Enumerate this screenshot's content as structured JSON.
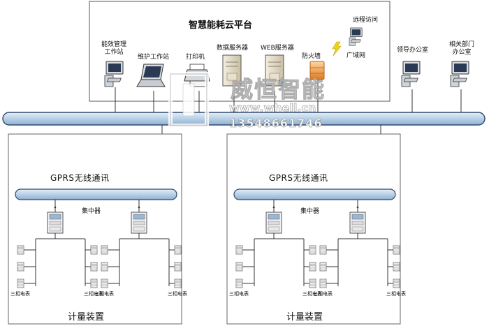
{
  "platform": {
    "title": "智慧能耗云平台"
  },
  "top_devices": [
    {
      "label": "能效管理\n工作站",
      "icon": "workstation-icon"
    },
    {
      "label": "维护工作站",
      "icon": "laptop-icon"
    },
    {
      "label": "打印机",
      "icon": "printer-icon"
    },
    {
      "label": "数据服务器",
      "icon": "server-icon"
    },
    {
      "label": "WEB服务器",
      "icon": "server-icon"
    },
    {
      "label": "防火墙",
      "icon": "firewall-icon"
    },
    {
      "label": "远程访问",
      "icon": "remote-pc-icon"
    },
    {
      "label": "广域网",
      "icon": "wan-bolt-icon"
    }
  ],
  "offices": [
    {
      "label": "领导办公室",
      "icon": "workstation-icon"
    },
    {
      "label": "相关部门\n办公室",
      "icon": "workstation-icon"
    }
  ],
  "watermark": {
    "logo": "威恒智能",
    "url": "www.whell.cn",
    "phone": "13548661746"
  },
  "panels": [
    {
      "gprs": "GPRS无线通讯",
      "concentrator": "集中器",
      "meter_label": "三相电表",
      "footer": "计量装置"
    },
    {
      "gprs": "GPRS无线通讯",
      "concentrator": "集中器",
      "meter_label": "三相电表",
      "footer": "计量装置"
    }
  ],
  "colors": {
    "bus_fill": "#c3d7ea",
    "bus_stroke": "#2f4b6e",
    "line": "#333333",
    "box": "#666666"
  }
}
